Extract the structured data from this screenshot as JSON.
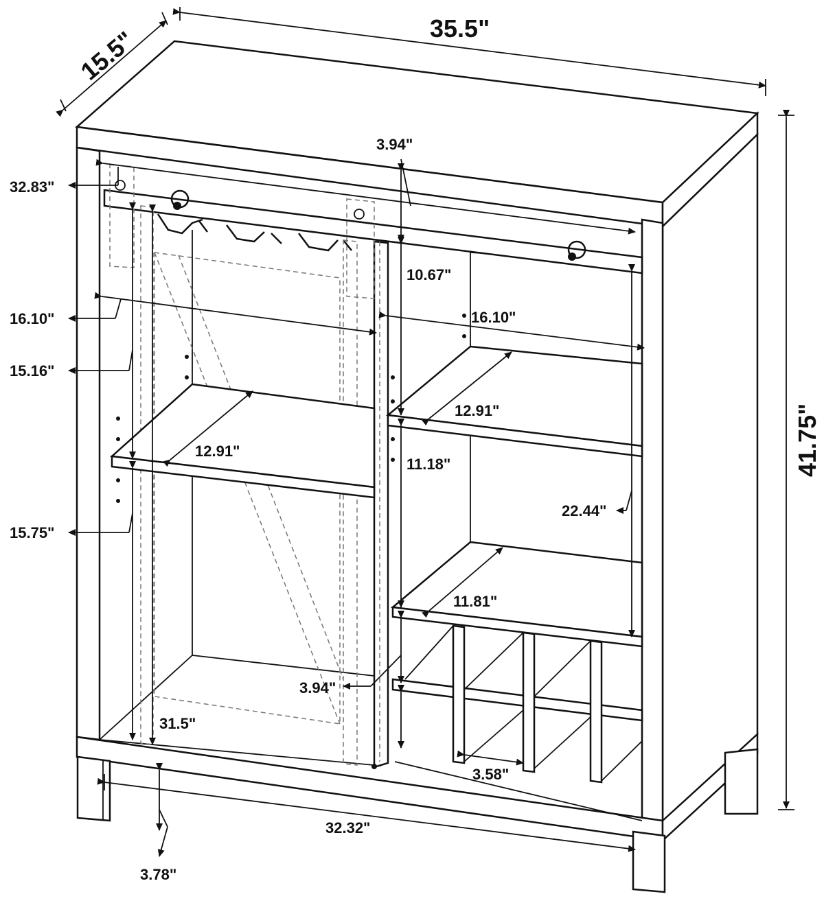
{
  "dimensions": {
    "depth": "15.5\"",
    "width": "35.5\"",
    "height": "41.75\"",
    "top_gap": "3.94\"",
    "door_rail": "32.83\"",
    "upper_right_opening": "10.67\"",
    "left_interior_width": "16.10\"",
    "right_interior_width": "16.10\"",
    "left_upper_height": "15.16\"",
    "right_shelf_depth": "12.91\"",
    "left_shelf_depth": "12.91\"",
    "right_middle_opening": "11.18\"",
    "right_lower_height": "22.44\"",
    "left_lower_height": "15.75\"",
    "wine_shelf_depth": "11.81\"",
    "wine_rack_height": "3.94\"",
    "left_total_height": "31.5\"",
    "cubby_width": "3.58\"",
    "base_width": "32.32\"",
    "leg_height": "3.78\""
  }
}
